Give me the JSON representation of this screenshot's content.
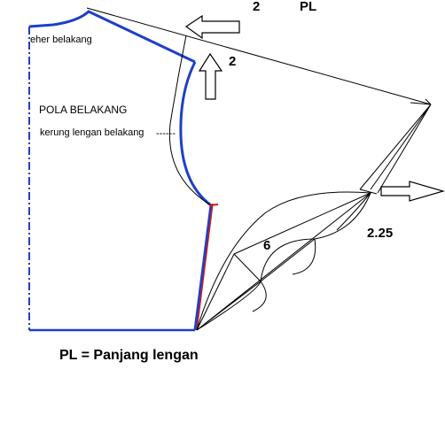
{
  "labels": {
    "neck_back": "eher belakang",
    "back_pattern": "POLA BELAKANG",
    "back_armhole": "kerung lengan belakang",
    "top_measure": "2",
    "top_pl": "PL",
    "up_measure": "2",
    "curve_depth": "6",
    "curve_offset": "2.25",
    "legend": "PL = Panjang lengan"
  },
  "colors": {
    "outline": "#000000",
    "neck_shoulder_line": "#1f3fc8",
    "side_seam_line": "#d01818",
    "background": "#ffffff"
  },
  "icons": [
    "arrow-left-icon",
    "arrow-up-icon",
    "arrow-right-icon"
  ]
}
